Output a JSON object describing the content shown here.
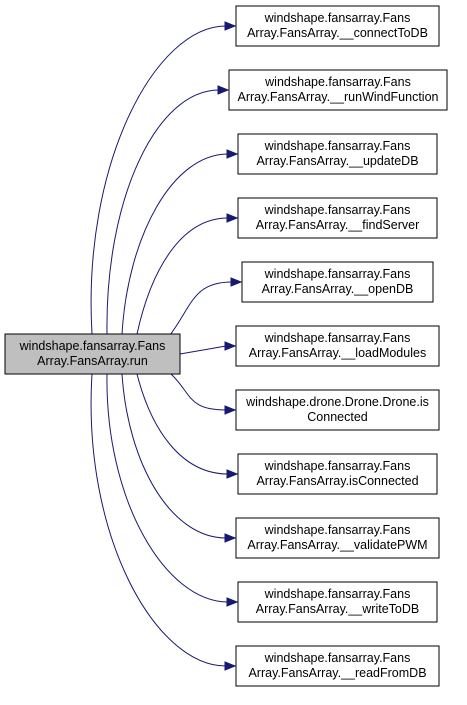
{
  "root": {
    "line1": "windshape.fansarray.Fans",
    "line2": "Array.FansArray.run"
  },
  "callees": [
    {
      "line1": "windshape.fansarray.Fans",
      "line2": "Array.FansArray.__connectToDB"
    },
    {
      "line1": "windshape.fansarray.Fans",
      "line2": "Array.FansArray.__runWindFunction"
    },
    {
      "line1": "windshape.fansarray.Fans",
      "line2": "Array.FansArray.__updateDB"
    },
    {
      "line1": "windshape.fansarray.Fans",
      "line2": "Array.FansArray.__findServer"
    },
    {
      "line1": "windshape.fansarray.Fans",
      "line2": "Array.FansArray.__openDB"
    },
    {
      "line1": "windshape.fansarray.Fans",
      "line2": "Array.FansArray.__loadModules"
    },
    {
      "line1": "windshape.drone.Drone.Drone.is",
      "line2": "Connected"
    },
    {
      "line1": "windshape.fansarray.Fans",
      "line2": "Array.FansArray.isConnected"
    },
    {
      "line1": "windshape.fansarray.Fans",
      "line2": "Array.FansArray.__validatePWM"
    },
    {
      "line1": "windshape.fansarray.Fans",
      "line2": "Array.FansArray.__writeToDB"
    },
    {
      "line1": "windshape.fansarray.Fans",
      "line2": "Array.FansArray.__readFromDB"
    }
  ],
  "colors": {
    "edge": "#191970",
    "root_fill": "#bfbfbf",
    "node_fill": "#ffffff",
    "border": "#000000"
  }
}
